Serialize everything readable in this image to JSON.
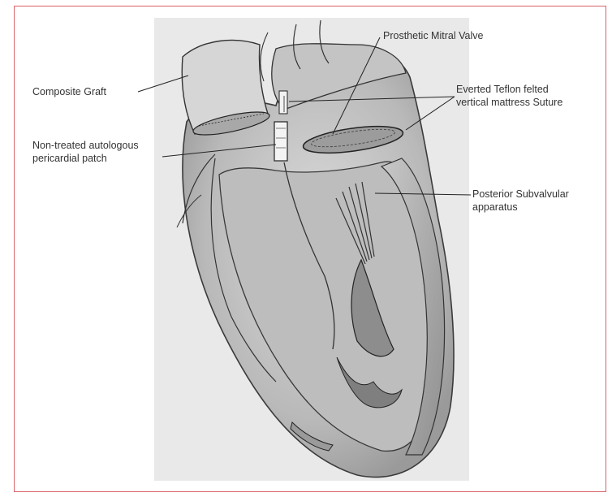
{
  "figure": {
    "border_color": "#d9626b",
    "labels": {
      "composite_graft": "Composite Graft",
      "prosthetic_mitral_valve": "Prosthetic Mitral Valve",
      "everted_teflon_line1": "Everted Teflon felted",
      "everted_teflon_line2": "vertical mattress Suture",
      "pericardial_patch_line1": "Non-treated autologous",
      "pericardial_patch_line2": "pericardial patch",
      "posterior_subvalvular_line1": "Posterior Subvalvular",
      "posterior_subvalvular_line2": "apparatus"
    }
  }
}
